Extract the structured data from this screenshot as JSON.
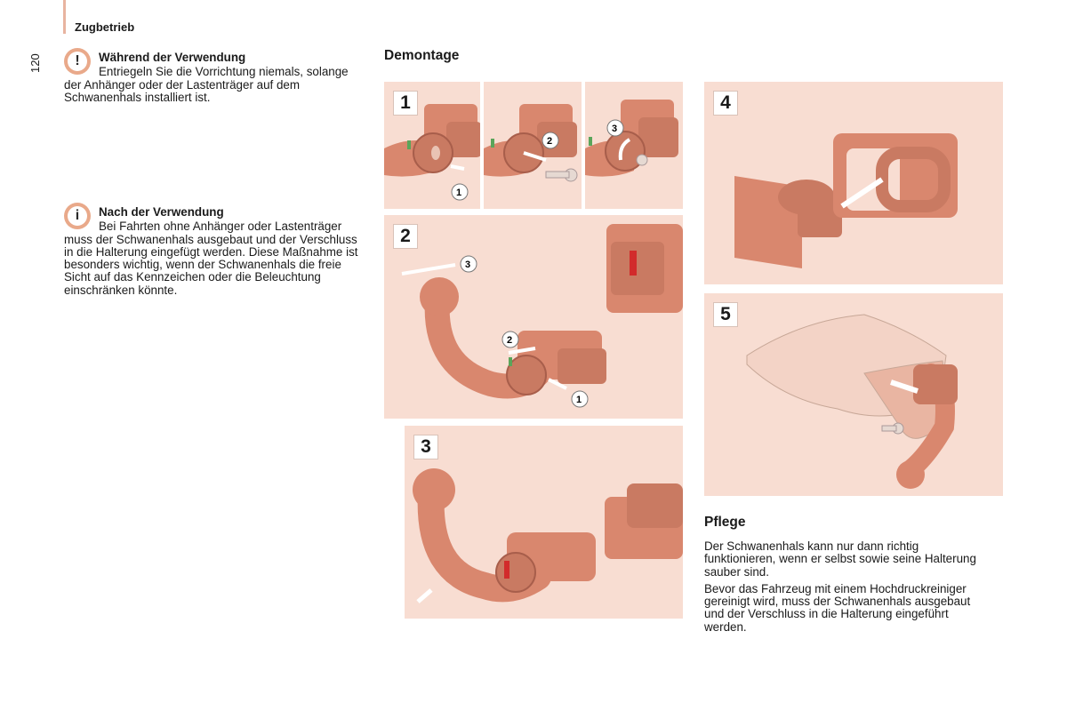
{
  "header": {
    "section_title": "Zugbetrieb",
    "page_number": "120"
  },
  "note_during": {
    "icon": "exclamation-icon",
    "icon_glyph": "!",
    "title": "Während der Verwendung",
    "text": "Entriegeln Sie die Vorrichtung niemals, solange der Anhänger oder der Lastenträger auf dem Schwanenhals installiert ist."
  },
  "note_after": {
    "icon": "info-icon",
    "icon_glyph": "i",
    "title": "Nach der Verwendung",
    "text": "Bei Fahrten ohne Anhänger oder Lastenträger muss der Schwanenhals ausgebaut und der Verschluss in die Halterung eingefügt werden. Diese Maßnahme ist besonders wichtig, wenn der Schwanenhals die freie Sicht auf das Kennzeichen oder die Beleuchtung einschränken könnte."
  },
  "demontage": {
    "heading": "Demontage"
  },
  "figures": {
    "fig1": {
      "number": "1",
      "callouts": [
        "1",
        "2",
        "3"
      ]
    },
    "fig2": {
      "number": "2",
      "callouts": [
        "1",
        "2",
        "3"
      ]
    },
    "fig3": {
      "number": "3"
    },
    "fig4": {
      "number": "4"
    },
    "fig5": {
      "number": "5"
    }
  },
  "pflege": {
    "heading": "Pflege",
    "paragraphs": [
      "Der Schwanenhals kann nur dann richtig funktionieren, wenn er selbst sowie seine Halterung sauber sind.",
      "Bevor das Fahrzeug mit einem Hochdruckreiniger gereinigt wird, muss der Schwanenhals ausgebaut und der Verschluss in die Halterung eingeführt werden."
    ]
  },
  "colors": {
    "panel_bg": "#f8ddd2",
    "part": "#d9876e",
    "part_dark": "#b86a55",
    "badge": "#e9a98a",
    "indicator_green": "#5aa55a",
    "indicator_red": "#d22b2b"
  }
}
